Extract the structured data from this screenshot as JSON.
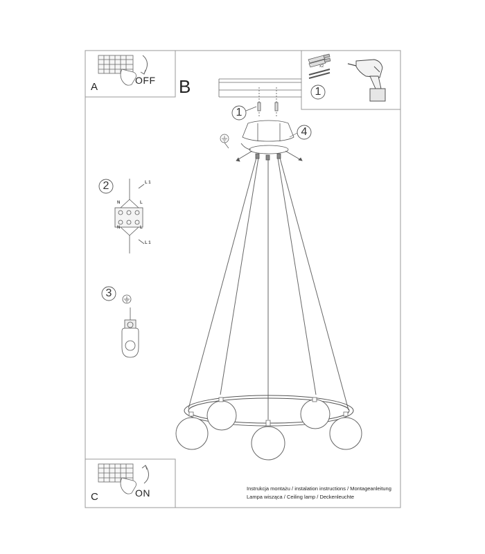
{
  "panels": {
    "a": {
      "letter": "A",
      "state": "OFF"
    },
    "b": {
      "letter": "B"
    },
    "c": {
      "letter": "C",
      "state": "ON"
    }
  },
  "steps": {
    "tools": "1",
    "anchor": "1",
    "canopy": "4",
    "wiring": "2",
    "earth": "3"
  },
  "tools": {
    "quantity": "x2"
  },
  "wiring": {
    "top": "L 1",
    "bottom": "L 1",
    "n": "N",
    "l": "L"
  },
  "footer": {
    "line1": "Instrukcja montażu / instalation instructions / Montageanleitung",
    "line2": "Lampa wisząca / Ceiling lamp / Deckenleuchte"
  },
  "colors": {
    "line": "#555555",
    "border": "#999999"
  }
}
